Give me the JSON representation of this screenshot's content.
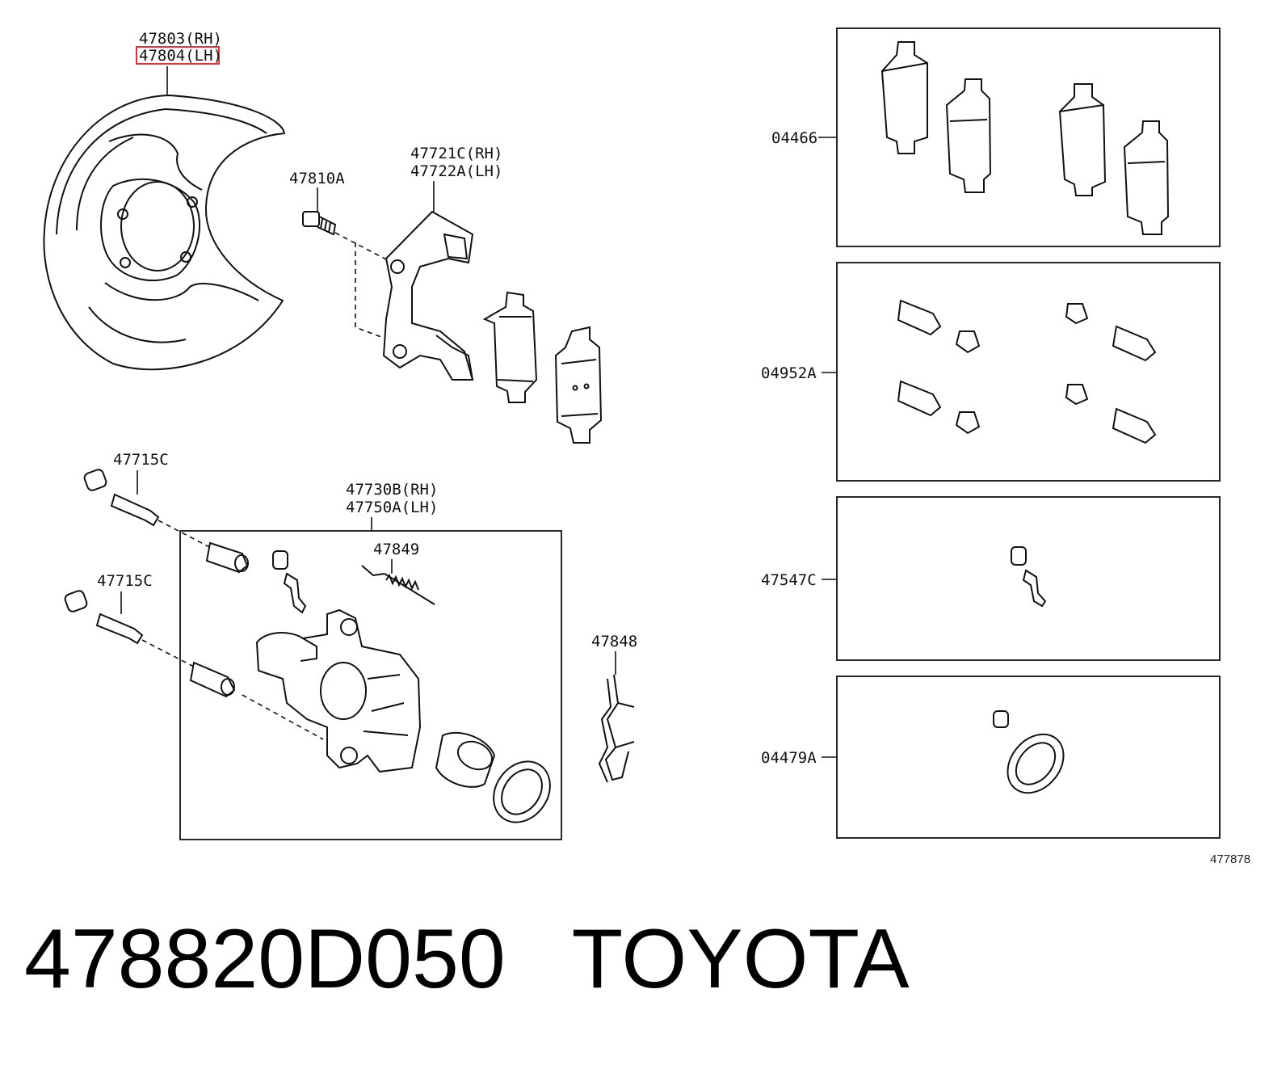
{
  "labels": {
    "shield_rh": "47803(RH)",
    "shield_lh": "47804(LH)",
    "bolt": "47810A",
    "mount_rh": "47721C(RH)",
    "mount_lh": "47722A(LH)",
    "pin_upper": "47715C",
    "pin_lower": "47715C",
    "caliper_rh": "47730B(RH)",
    "caliper_lh": "47750A(LH)",
    "spring": "47849",
    "clip": "47848",
    "kit_pads": "04466",
    "kit_pins": "04952A",
    "kit_bleeder": "47547C",
    "kit_seal": "04479A"
  },
  "highlight_color": "#e8303a",
  "diagram_ref": "477878",
  "caption": {
    "part_number": "478820D050",
    "brand": "TOYOTA"
  }
}
